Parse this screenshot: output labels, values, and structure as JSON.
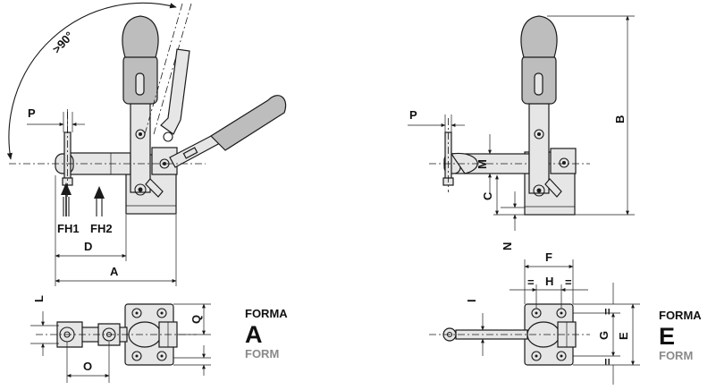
{
  "labels": {
    "angle": ">90°",
    "P": "P",
    "FH1": "FH1",
    "FH2": "FH2",
    "D": "D",
    "A": "A",
    "L": "L",
    "Q": "Q",
    "O": "O",
    "B": "B",
    "M": "M",
    "C": "C",
    "N": "N",
    "F": "F",
    "H": "H",
    "eq": "=",
    "I": "I",
    "G": "G",
    "E": "E"
  },
  "variant_a": {
    "forma": "FORMA",
    "letter": "A",
    "form": "FORM"
  },
  "variant_e": {
    "forma": "FORMA",
    "letter": "E",
    "form": "FORM"
  }
}
